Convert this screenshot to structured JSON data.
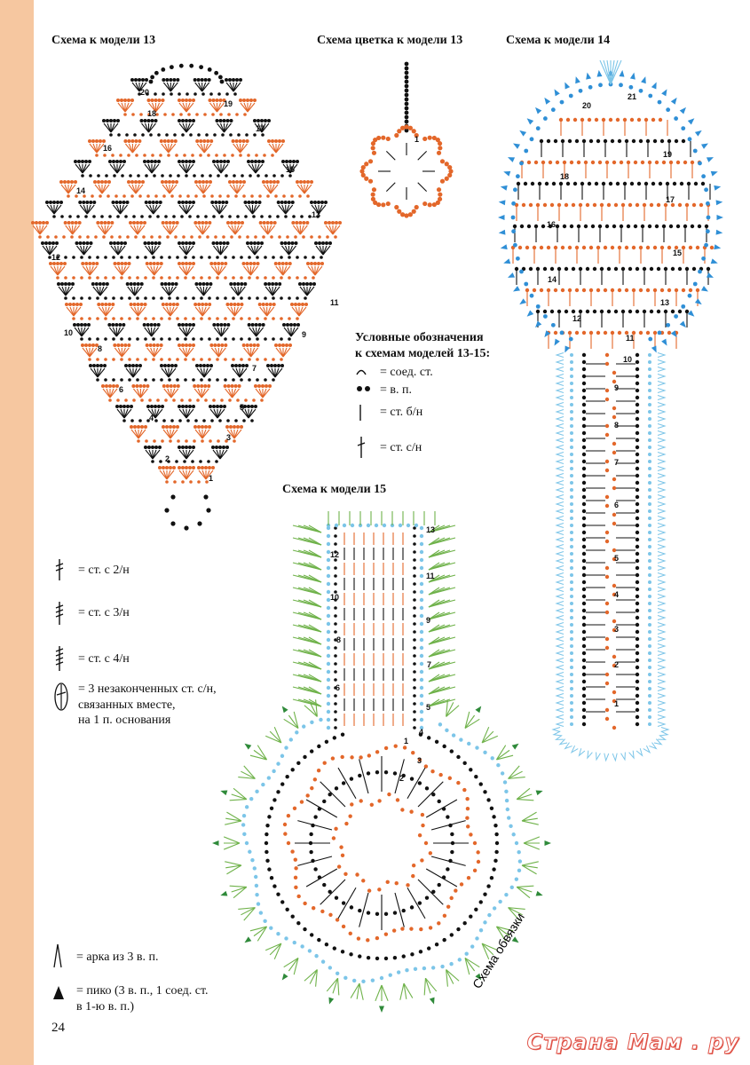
{
  "page_number": "24",
  "titles": {
    "model13": "Схема к модели 13",
    "flower13": "Схема цветка к модели 13",
    "model14": "Схема к модели 14",
    "model15": "Схема к модели 15"
  },
  "legend_main": {
    "heading_line1": "Условные обозначения",
    "heading_line2": "к схемам моделей 13-15:",
    "items": [
      "= соед. ст.",
      "= в. п.",
      "= ст. б/н",
      "= ст. с/н"
    ]
  },
  "legend_left": {
    "items": [
      "= ст. с 2/н",
      "= ст. с 3/н",
      "= ст. с 4/н",
      "= 3 незаконченных ст. с/н,",
      "связанных вместе,",
      "на 1 п. основания"
    ]
  },
  "legend_bottom": {
    "arch": "= арка из 3 в. п.",
    "picot_line1": "= пико (3 в. п., 1 соед. ст.",
    "picot_line2": "в 1-ю в. п.)"
  },
  "edging_label": "Схема обвязки",
  "watermark": "Страна Мам . ру",
  "row_numbers": {
    "model13": [
      "1",
      "2",
      "3",
      "4",
      "5",
      "6",
      "7",
      "8",
      "9",
      "10",
      "11",
      "12",
      "13",
      "14",
      "15",
      "16",
      "17",
      "18",
      "19",
      "20"
    ],
    "flower13": [
      "1"
    ],
    "model14": [
      "1",
      "2",
      "3",
      "4",
      "5",
      "6",
      "7",
      "8",
      "9",
      "10",
      "11",
      "12",
      "13",
      "14",
      "15",
      "16",
      "17",
      "18",
      "19",
      "20",
      "21"
    ],
    "model15": [
      "1",
      "2",
      "3",
      "4",
      "5",
      "6",
      "7",
      "8",
      "9",
      "10",
      "11",
      "12",
      "13"
    ]
  },
  "colors": {
    "stripe": "#f6c7a0",
    "orange": "#e3672a",
    "black": "#111111",
    "blue": "#2f8fd6",
    "light_blue": "#7cc5e8",
    "green": "#2f8a3a",
    "light_green": "#6fb24a"
  }
}
